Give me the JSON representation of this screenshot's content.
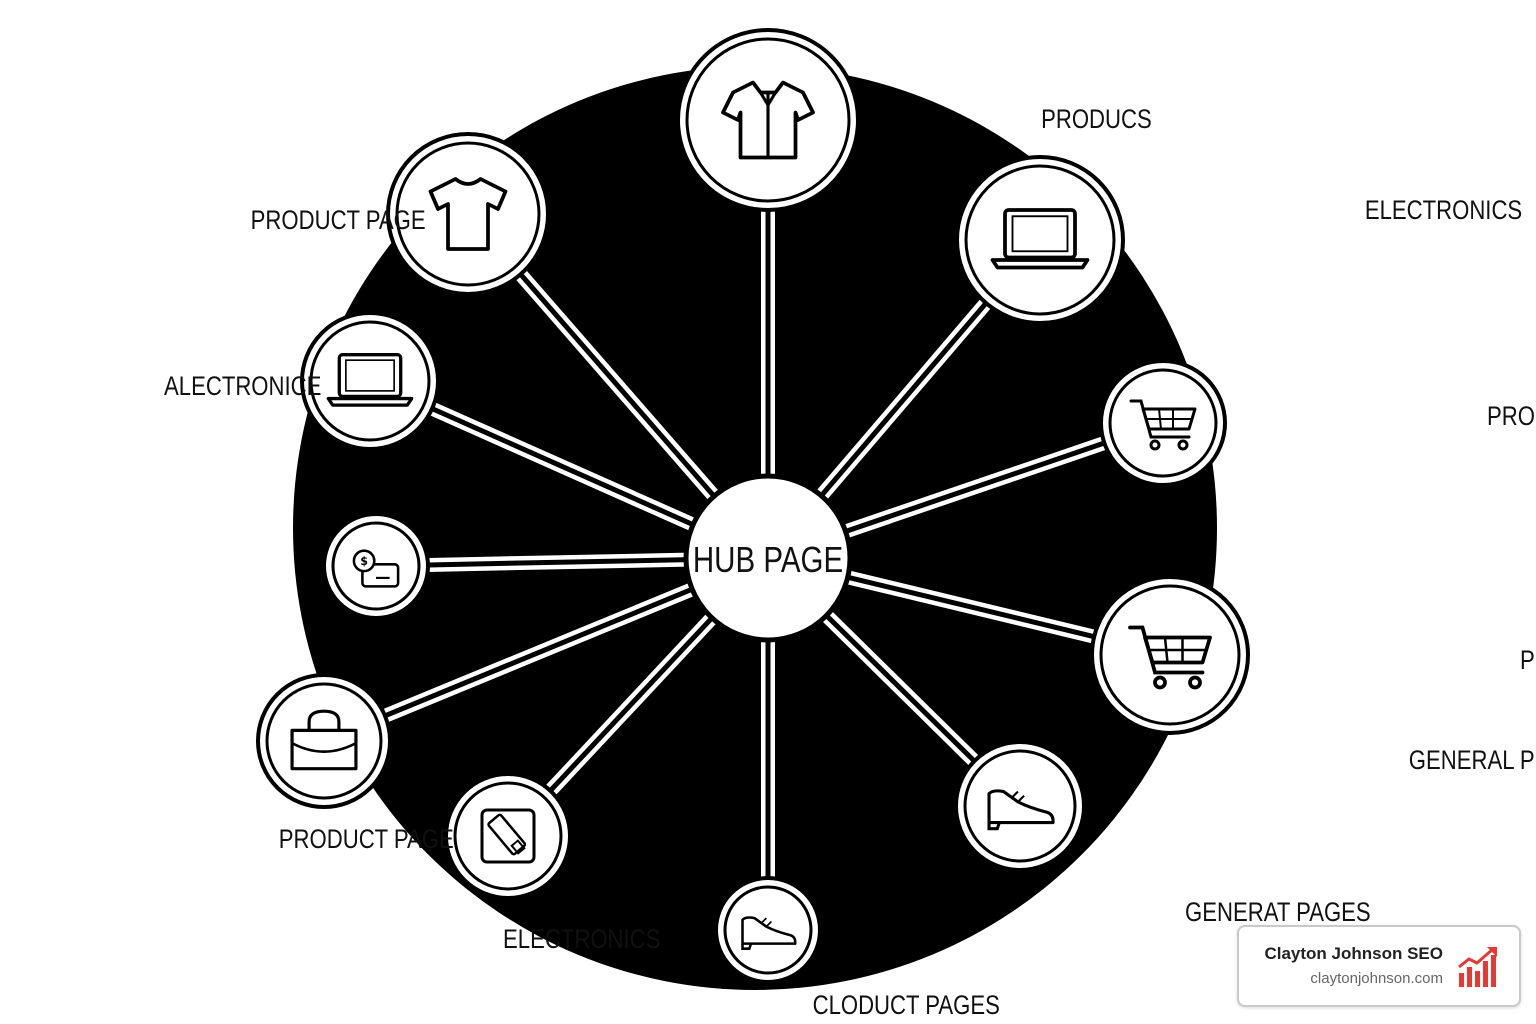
{
  "hub": {
    "label": "HUB PAGE"
  },
  "nodes": [
    {
      "label": "PRODUCS",
      "icon": "shirt-icon"
    },
    {
      "label": "ELECTRONICS",
      "icon": "laptop-icon"
    },
    {
      "label": "PRODUCT",
      "icon": "shopping-cart-icon"
    },
    {
      "label": "PRODUCT",
      "icon": "shopping-cart-icon"
    },
    {
      "label": "GENERAL PRODUCTS",
      "icon": "shoe-icon"
    },
    {
      "label": "GENERAT PAGES",
      "icon": "shoe-icon"
    },
    {
      "label": "CLODUCT PAGES",
      "icon": "shoe-icon"
    },
    {
      "label": "ELECTRONICS",
      "icon": "tablet-icon"
    },
    {
      "label": "PRODUCT PAGE",
      "icon": "handbag-icon"
    },
    {
      "label": "",
      "icon": "payment-card-icon"
    },
    {
      "label": "ALECTRONICE",
      "icon": "laptop-icon"
    },
    {
      "label": "PRODUCT PAGE",
      "icon": "tshirt-icon"
    }
  ],
  "brand": {
    "name": "Clayton Johnson SEO",
    "url": "claytonjohnson.com",
    "icon": "growth-chart-icon",
    "accent_color": "#e53935"
  },
  "colors": {
    "background": "#ffffff",
    "disc": "#000000",
    "node_fill": "#ffffff",
    "stroke": "#000000"
  }
}
